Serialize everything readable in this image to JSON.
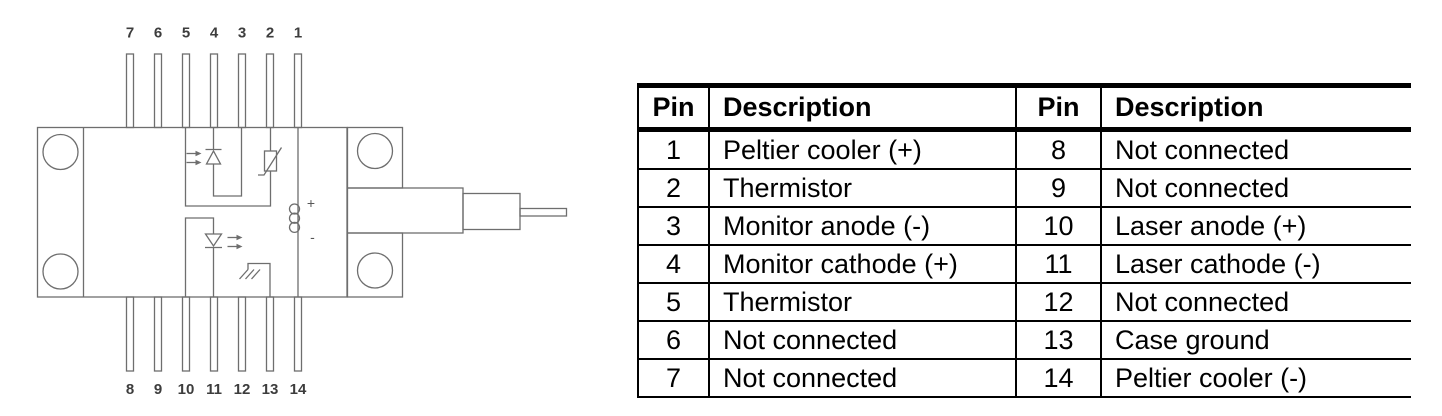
{
  "diagram": {
    "top_pin_labels": [
      "7",
      "6",
      "5",
      "4",
      "3",
      "2",
      "1"
    ],
    "bottom_pin_labels": [
      "8",
      "9",
      "10",
      "11",
      "12",
      "13",
      "14"
    ],
    "tec_plus_label": "+",
    "tec_minus_label": "-",
    "line_color": "#6e6e6e",
    "label_color": "#3d3d3d"
  },
  "table": {
    "headers": [
      "Pin",
      "Description",
      "Pin",
      "Description"
    ],
    "rows": [
      {
        "pin": "1",
        "description": "Peltier cooler (+)",
        "pin2": "8",
        "description2": "Not connected"
      },
      {
        "pin": "2",
        "description": "Thermistor",
        "pin2": "9",
        "description2": "Not connected"
      },
      {
        "pin": "3",
        "description": "Monitor anode (-)",
        "pin2": "10",
        "description2": "Laser anode (+)"
      },
      {
        "pin": "4",
        "description": "Monitor cathode (+)",
        "pin2": "11",
        "description2": "Laser cathode (-)"
      },
      {
        "pin": "5",
        "description": "Thermistor",
        "pin2": "12",
        "description2": "Not connected"
      },
      {
        "pin": "6",
        "description": "Not connected",
        "pin2": "13",
        "description2": "Case ground"
      },
      {
        "pin": "7",
        "description": "Not connected",
        "pin2": "14",
        "description2": "Peltier cooler (-)"
      }
    ]
  }
}
